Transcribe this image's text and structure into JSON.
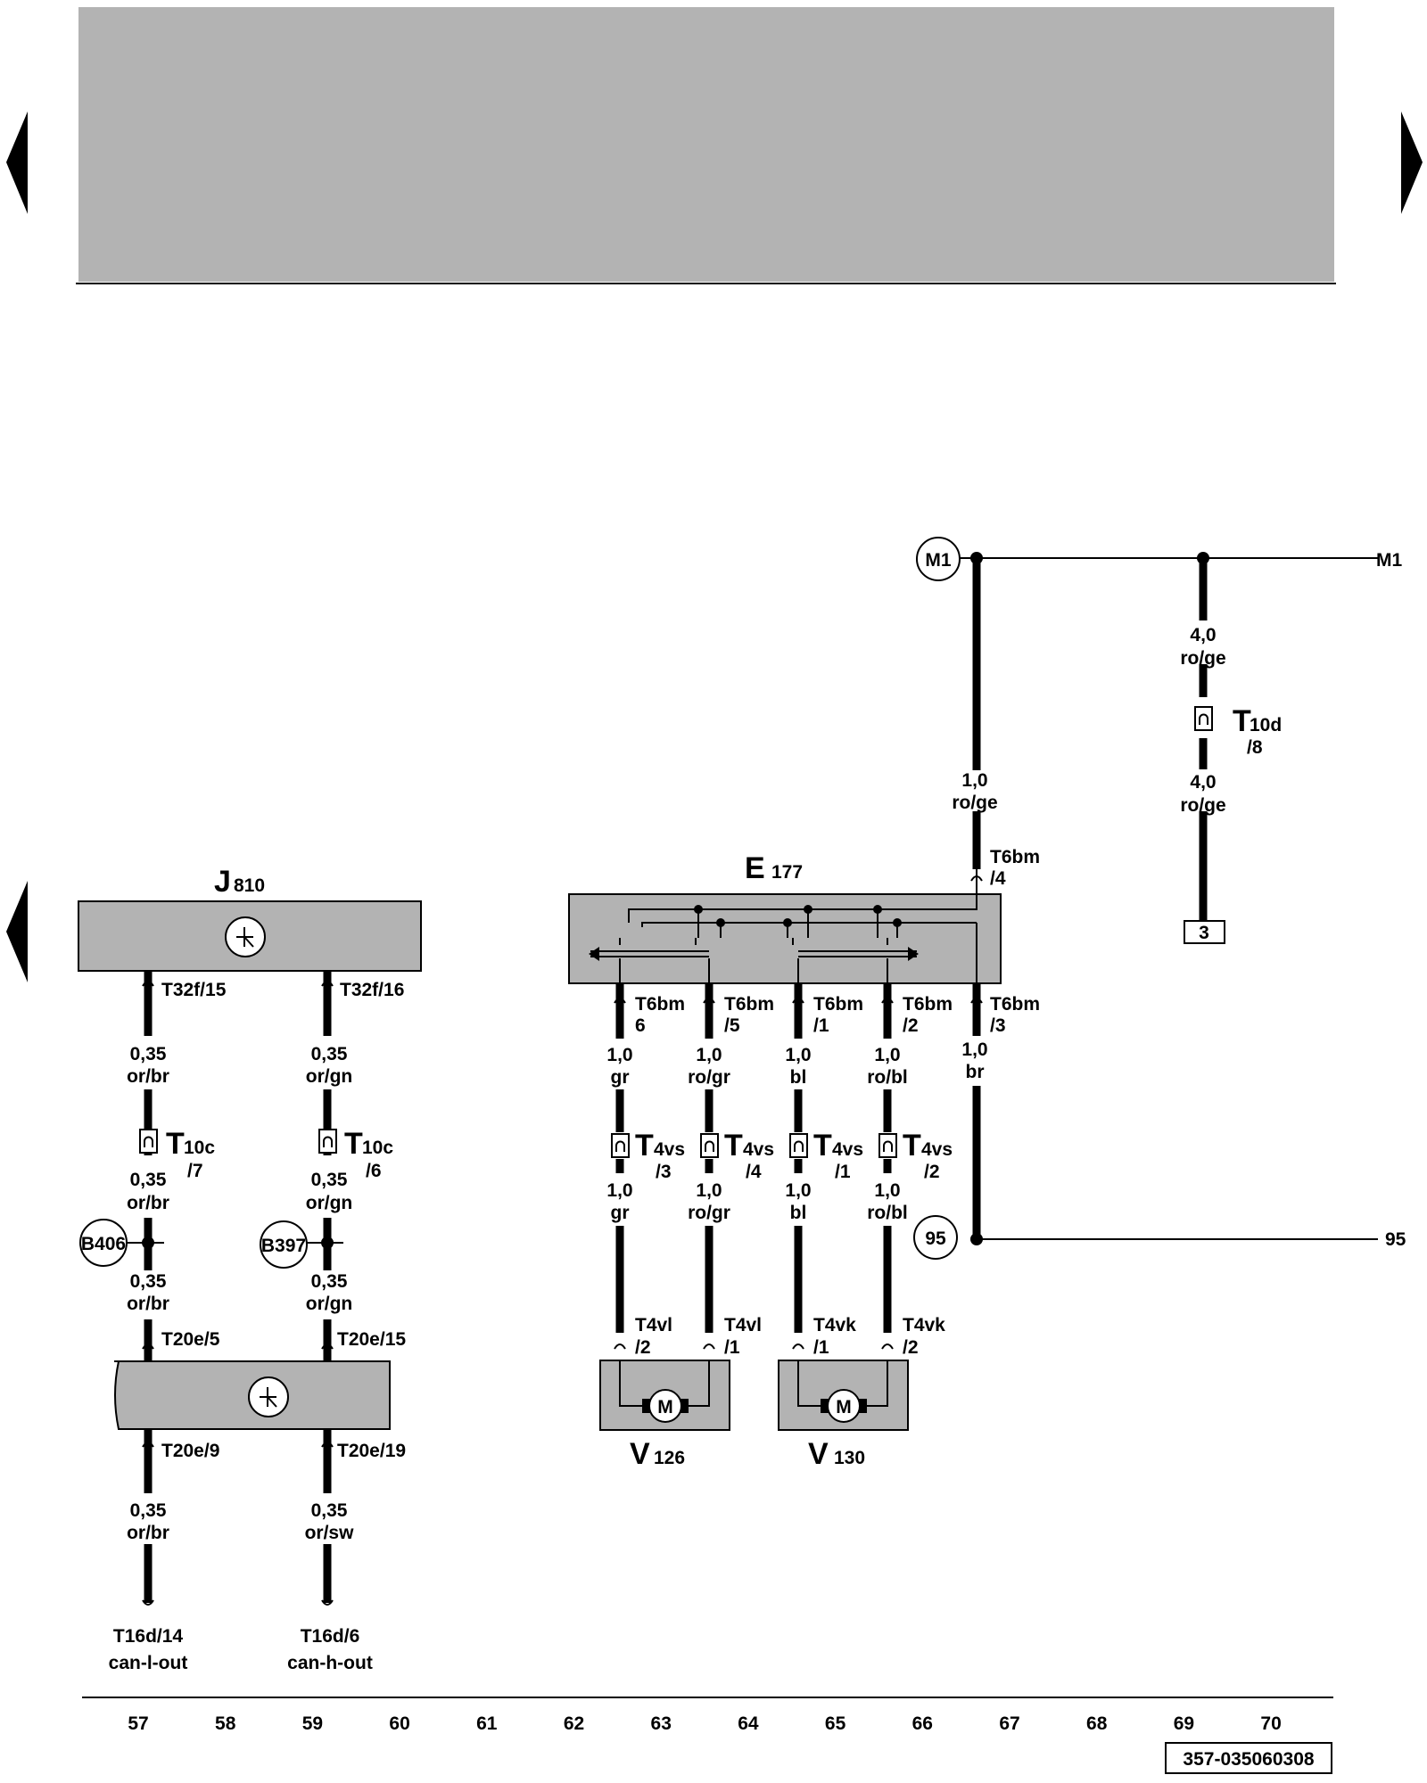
{
  "header": {
    "banner_color": "#b3b3b3"
  },
  "nav": {
    "prev_icon": "triangle-left",
    "next_icon": "triangle-right"
  },
  "components": {
    "j810": {
      "name": "J",
      "sub": "810"
    },
    "e177": {
      "name": "E",
      "sub": "177"
    },
    "v126": {
      "name": "V",
      "sub": "126"
    },
    "v130": {
      "name": "V",
      "sub": "130"
    },
    "can_module": {
      "icon": "transistor-icon"
    }
  },
  "refs": {
    "m1_circle": "M1",
    "m1_right": "M1",
    "n95_circle": "95",
    "n95_right": "95",
    "b406": "B406",
    "b397": "B397",
    "box3": "3"
  },
  "wire_labels": {
    "w_m1_main_gauge": "1,0",
    "w_m1_main_color": "ro/ge",
    "w_t10d_top_gauge": "4,0",
    "w_t10d_top_color": "ro/ge",
    "w_t10d_bot_gauge": "4,0",
    "w_t10d_bot_color": "ro/ge",
    "w57a_gauge": "0,35",
    "w57a_color": "or/br",
    "w59a_gauge": "0,35",
    "w59a_color": "or/gn",
    "w57b_gauge": "0,35",
    "w57b_color": "or/br",
    "w59b_gauge": "0,35",
    "w59b_color": "or/gn",
    "w57c_gauge": "0,35",
    "w57c_color": "or/br",
    "w59c_gauge": "0,35",
    "w59c_color": "or/gn",
    "w57d_gauge": "0,35",
    "w57d_color": "or/br",
    "w59d_gauge": "0,35",
    "w59d_color": "or/sw",
    "w63a_gauge": "1,0",
    "w63a_color": "gr",
    "w64a_gauge": "1,0",
    "w64a_color": "ro/gr",
    "w65a_gauge": "1,0",
    "w65a_color": "bl",
    "w66a_gauge": "1,0",
    "w66a_color": "ro/bl",
    "w67_gauge": "1,0",
    "w67_color": "br",
    "w63b_gauge": "1,0",
    "w63b_color": "gr",
    "w64b_gauge": "1,0",
    "w64b_color": "ro/gr",
    "w65b_gauge": "1,0",
    "w65b_color": "bl",
    "w66b_gauge": "1,0",
    "w66b_color": "ro/bl"
  },
  "pins": {
    "t6bm_4_a": "T6bm",
    "t6bm_4_b": "/4",
    "t32f_15": "T32f/15",
    "t32f_16": "T32f/16",
    "t6bm_6_a": "T6bm",
    "t6bm_6_b": "6",
    "t6bm_5_a": "T6bm",
    "t6bm_5_b": "/5",
    "t6bm_1_a": "T6bm",
    "t6bm_1_b": "/1",
    "t6bm_2_a": "T6bm",
    "t6bm_2_b": "/2",
    "t6bm_3_a": "T6bm",
    "t6bm_3_b": "/3",
    "t20e_5": "T20e/5",
    "t20e_15": "T20e/15",
    "t20e_9": "T20e/9",
    "t20e_19": "T20e/19",
    "t4vl_2_a": "T4vl",
    "t4vl_2_b": "/2",
    "t4vl_1_a": "T4vl",
    "t4vl_1_b": "/1",
    "t4vk_1_a": "T4vk",
    "t4vk_1_b": "/1",
    "t4vk_2_a": "T4vk",
    "t4vk_2_b": "/2"
  },
  "connectors": {
    "t10d": {
      "name": "T",
      "sub": "10d",
      "pin": "/8"
    },
    "t10c_7": {
      "name": "T",
      "sub": "10c",
      "pin": "/7"
    },
    "t10c_6": {
      "name": "T",
      "sub": "10c",
      "pin": "/6"
    },
    "t4vs_3": {
      "name": "T",
      "sub": "4vs",
      "pin": "/3"
    },
    "t4vs_4": {
      "name": "T",
      "sub": "4vs",
      "pin": "/4"
    },
    "t4vs_1": {
      "name": "T",
      "sub": "4vs",
      "pin": "/1"
    },
    "t4vs_2": {
      "name": "T",
      "sub": "4vs",
      "pin": "/2"
    }
  },
  "motors": {
    "v126_symbol": "M",
    "v130_symbol": "M"
  },
  "outputs": {
    "can_l_pin": "T16d/14",
    "can_l_name": "can-l-out",
    "can_h_pin": "T16d/6",
    "can_h_name": "can-h-out"
  },
  "footer": {
    "tracks": [
      "57",
      "58",
      "59",
      "60",
      "61",
      "62",
      "63",
      "64",
      "65",
      "66",
      "67",
      "68",
      "69",
      "70"
    ],
    "doc_id": "357-035060308"
  }
}
